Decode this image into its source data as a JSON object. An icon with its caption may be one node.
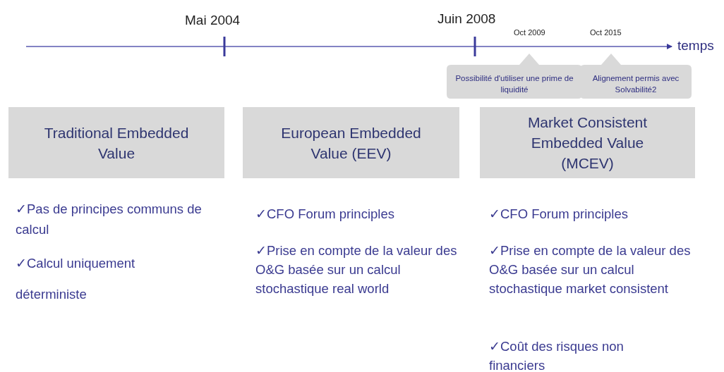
{
  "diagram": {
    "nodes": [
      {
        "text": [
          "Traditional Embedded Value"
        ]
      },
      {
        "text": [
          "European Embedded Value (EEV)"
        ]
      },
      {
        "text": [
          "Market Consistent Embedded Value (MCEV)"
        ]
      },
      {
        "text": [
          "Possibilité d'utiliser une prime de liquidité"
        ]
      },
      {
        "text": [
          "Alignement permis avec Solvabilité2"
        ]
      }
    ],
    "labels": [
      "Mai 2004",
      "Juin 2008",
      "Oct 2009",
      "Oct 2015",
      "temps",
      "✓Pas de principes communs de calcul",
      "✓Calcul uniquement déterministe",
      "✓CFO Forum principles",
      "✓Prise en compte de la valeur des O&G basée sur un calcul stochastique real world",
      "✓CFO Forum principles",
      "✓Prise en compte de la valeur des O&G basée sur un calcul stochastique market consistent",
      "✓Coût des risques non financiers"
    ]
  }
}
